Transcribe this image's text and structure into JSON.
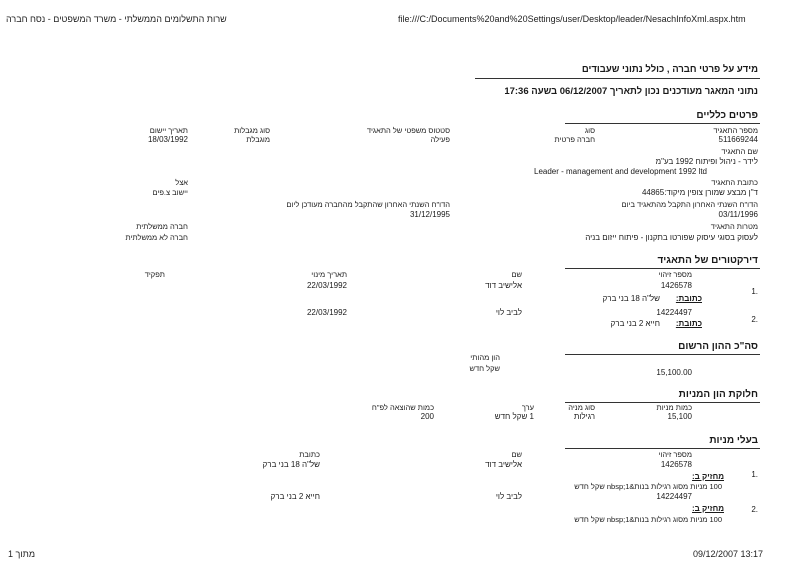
{
  "browser": {
    "page_title": "שרות התשלומים הממשלתי - משרד המשפטים - נסח חברה",
    "url": "file:///C:/Documents%20and%20Settings/user/Desktop/leader/NesachInfoXml.aspx.htm"
  },
  "report": {
    "title": "מידע על פרטי חברה , כולל נתוני שעבודים",
    "subtitle": "נתוני המאגר מעודכנים נכון לתאריך 06/12/2007 בשעה 17:36"
  },
  "general": {
    "heading": "פרטים כלליים",
    "col_company_no": "מספר התאגיד",
    "col_type": "סוג",
    "col_legal_status": "סטטוס משפטי של התאגיד",
    "col_limitation": "סוג מגבלות",
    "col_reg_date": "תאריך יישום",
    "company_no": "511669244",
    "type": "חברה פרטית",
    "legal_status": "פעילה",
    "limitation": "מוגבלת",
    "reg_date": "18/03/1992",
    "name_label": "שם התאגיד",
    "name_he": "לידר - ניהול ופיתוח 1992 בע\"מ",
    "name_en": "Leader - management and development 1992 ltd",
    "address_label": "כתובת התאגיד",
    "address": "ד\"ן מבצע שמורן צופין מיקוד:44865",
    "address_c_o": "אצל",
    "address_settlement": "יישוב צ.פים",
    "last_report_label": "הדו\"ח השנתי האחרון שהתקבל מהחברה מעודכן ליום",
    "last_report_date": "31/12/1995",
    "last_report_received_label": "הדו\"ח השנתי האחרון התקבל מהתאגיד ביום",
    "last_report_received": "03/11/1996",
    "purpose_label": "מטרות התאגיד",
    "purpose": "לעסוק בסוגי עיסוק שפורטו בתקנון - פיתוח ייזום בניה",
    "gov_company": "חברה ממשלתית",
    "gov_company_value": "חברה לא ממשלתית"
  },
  "directors": {
    "heading": "דירקטורים של התאגיד",
    "col_id": "מספר זיהוי",
    "col_name": "שם",
    "col_appointed": "תאריך מינוי",
    "col_role": "תפקיד",
    "address_label": "כתובת:",
    "items": [
      {
        "index": "1.",
        "id": "1426578",
        "name": "אלישיב דוד",
        "appointed": "22/03/1992",
        "address": "של\"ה 18 בני ברק"
      },
      {
        "index": "2.",
        "id": "14224497",
        "name": "לביב לוי",
        "appointed": "22/03/1992",
        "address": "חייא 2 בני ברק"
      }
    ]
  },
  "capital": {
    "heading": "סה\"כ ההון הרשום",
    "col_amount": "הון מהותי",
    "col_currency": "שקל חדש",
    "amount": "15,100.00"
  },
  "shares": {
    "heading": "חלוקת הון המניות",
    "col_qty": "כמות מניות",
    "col_type": "סוג מניה",
    "col_value": "ערך",
    "col_issued": "כמות שהוצאה לפ\"ח",
    "qty": "15,100",
    "type": "רגילות",
    "value": "1 שקל חדש",
    "issued": "200"
  },
  "holders": {
    "heading": "בעלי מניות",
    "col_id": "מספר זיהוי",
    "col_name": "שם",
    "col_address": "כתובת",
    "holder_label": "מחזיק ב:",
    "items": [
      {
        "index": "1.",
        "id": "1426578",
        "name": "אלישיב דוד",
        "address": "של\"ה 18 בני ברק",
        "holding": "100 מניות מסוג רגילות בנות&nbsp;1 שקל חדש"
      },
      {
        "index": "2.",
        "id": "14224497",
        "name": "לביב לוי",
        "address": "חייא 2 בני ברק",
        "holding": "100 מניות מסוג רגילות בנות&nbsp;1 שקל חדש"
      }
    ]
  },
  "footer": {
    "page": "1 מתוך",
    "datetime": "09/12/2007 13:17"
  }
}
